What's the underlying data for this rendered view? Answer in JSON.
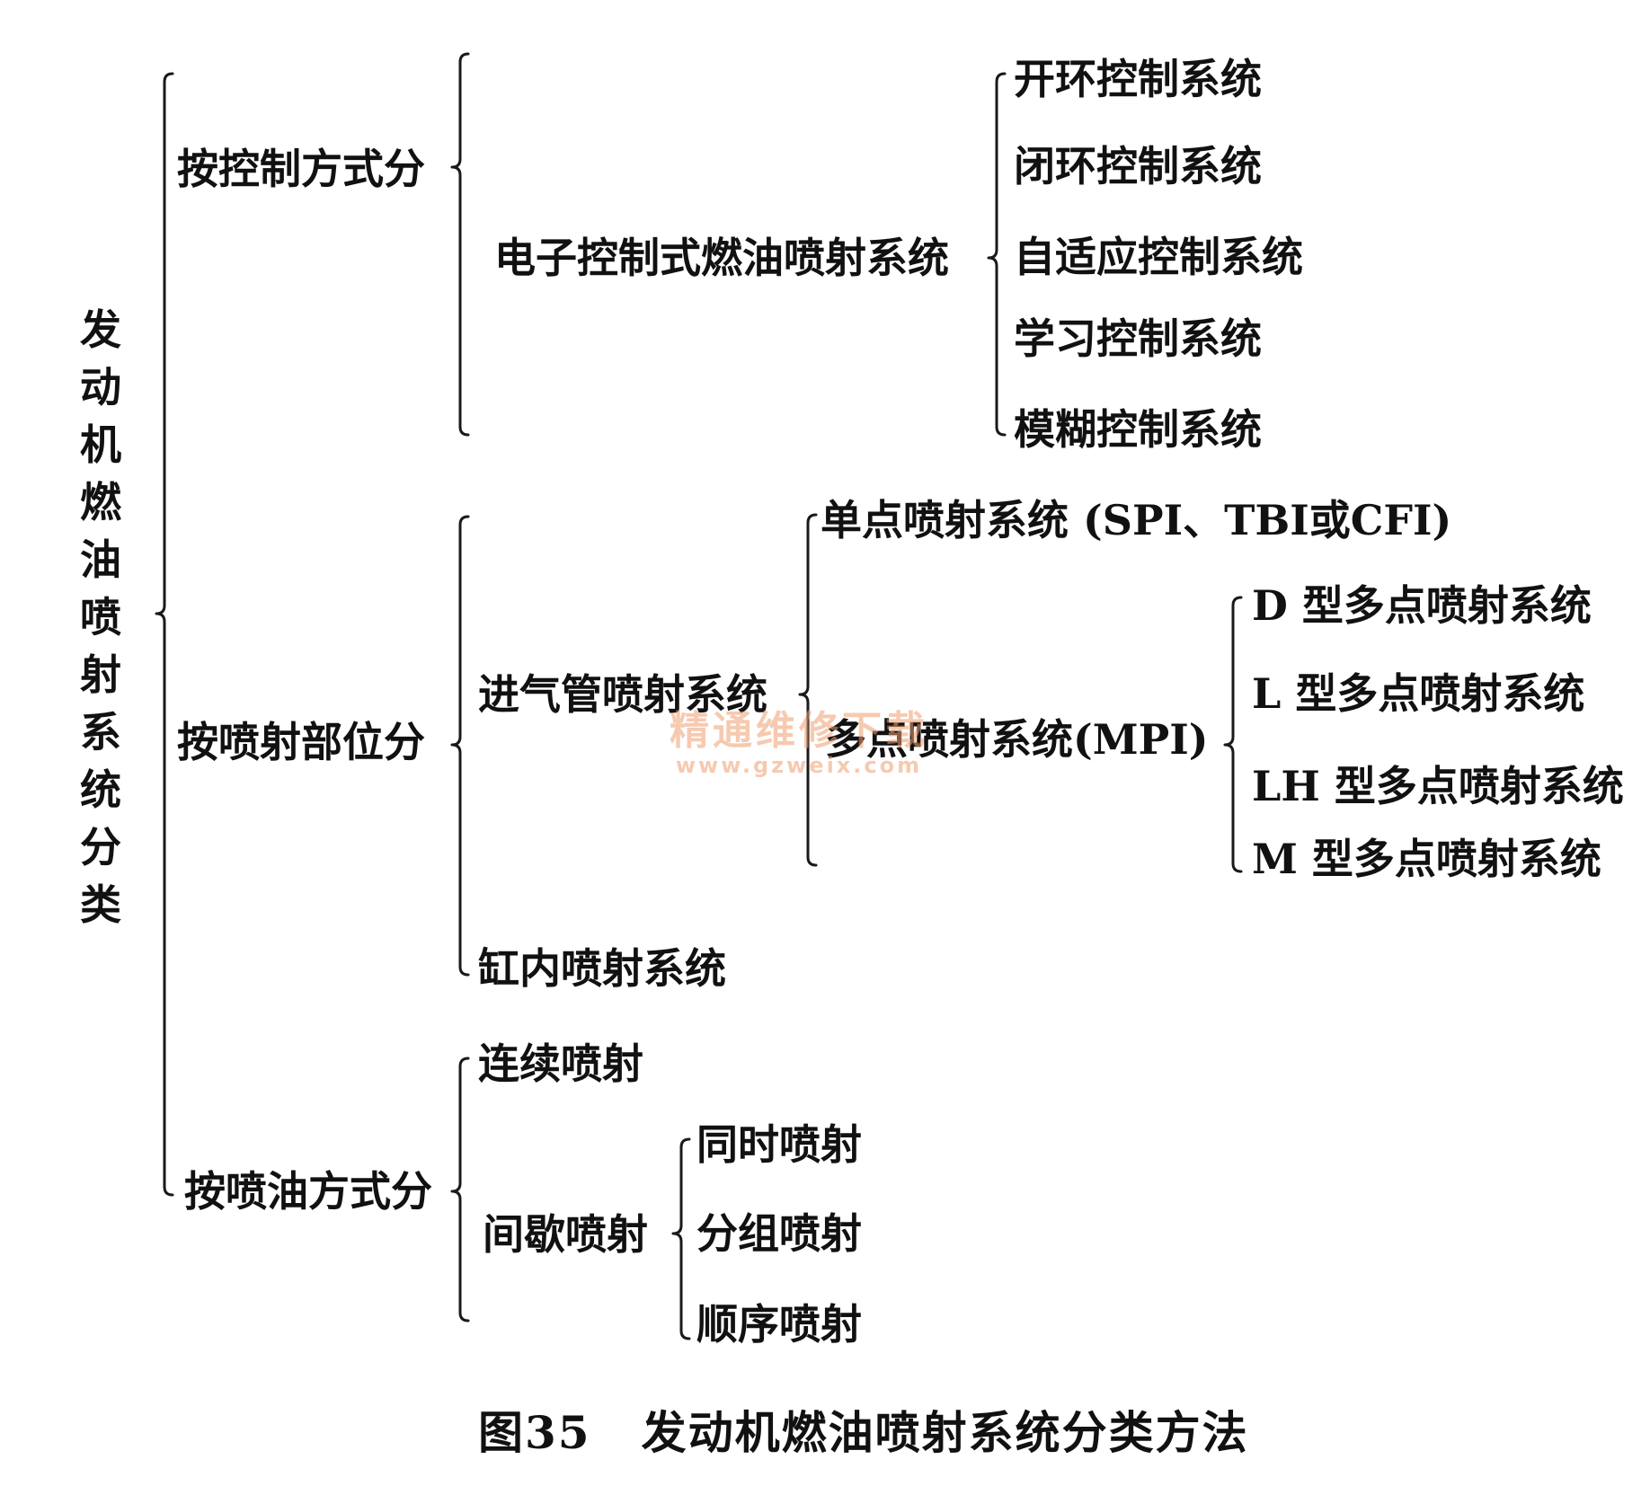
{
  "root": "发动机燃油喷射系统分类",
  "by_control": {
    "label": "按控制方式分",
    "child": "电子控制式燃油喷射系统",
    "types": [
      "开环控制系统",
      "闭环控制系统",
      "自适应控制系统",
      "学习控制系统",
      "模糊控制系统"
    ]
  },
  "by_location": {
    "label": "按喷射部位分",
    "intake": "进气管喷射系统",
    "spi": "单点喷射系统 (SPI、TBI或CFI)",
    "mpi": "多点喷射系统(MPI)",
    "mpi_types": [
      "D 型多点喷射系统",
      "L 型多点喷射系统",
      "LH 型多点喷射系统",
      "M 型多点喷射系统"
    ],
    "cylinder": "缸内喷射系统"
  },
  "by_method": {
    "label": "按喷油方式分",
    "continuous": "连续喷射",
    "intermittent": "间歇喷射",
    "intermittent_types": [
      "同时喷射",
      "分组喷射",
      "顺序喷射"
    ]
  },
  "caption": {
    "figure": "图35",
    "title": "发动机燃油喷射系统分类方法"
  },
  "watermark": {
    "text": "精通维修下载",
    "url": "www.gzweix.com"
  }
}
